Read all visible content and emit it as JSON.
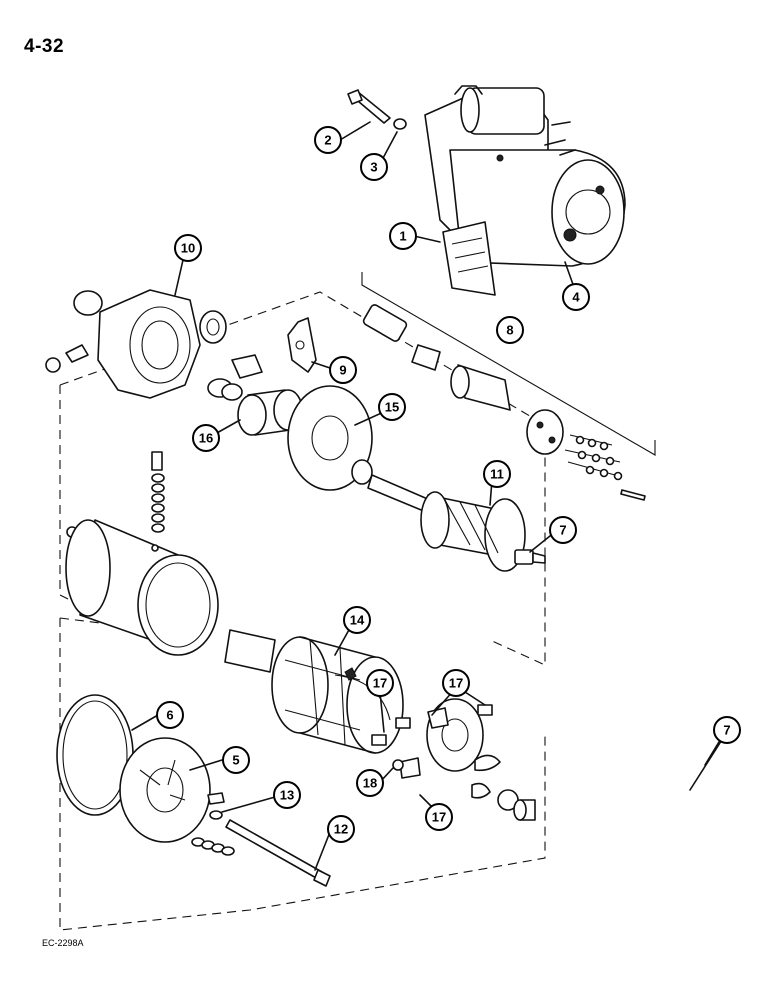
{
  "page": {
    "page_number": "4-32",
    "figure_code": "EC-2298A"
  },
  "callouts": [
    {
      "id": "c1",
      "label": "1"
    },
    {
      "id": "c2",
      "label": "2"
    },
    {
      "id": "c3",
      "label": "3"
    },
    {
      "id": "c4",
      "label": "4"
    },
    {
      "id": "c5",
      "label": "5"
    },
    {
      "id": "c6",
      "label": "6"
    },
    {
      "id": "c7a",
      "label": "7"
    },
    {
      "id": "c7b",
      "label": "7"
    },
    {
      "id": "c8",
      "label": "8"
    },
    {
      "id": "c9",
      "label": "9"
    },
    {
      "id": "c10",
      "label": "10"
    },
    {
      "id": "c11",
      "label": "11"
    },
    {
      "id": "c12",
      "label": "12"
    },
    {
      "id": "c13",
      "label": "13"
    },
    {
      "id": "c14",
      "label": "14"
    },
    {
      "id": "c15",
      "label": "15"
    },
    {
      "id": "c16",
      "label": "16"
    },
    {
      "id": "c17a",
      "label": "17"
    },
    {
      "id": "c17b",
      "label": "17"
    },
    {
      "id": "c17c",
      "label": "17"
    },
    {
      "id": "c18",
      "label": "18"
    }
  ]
}
